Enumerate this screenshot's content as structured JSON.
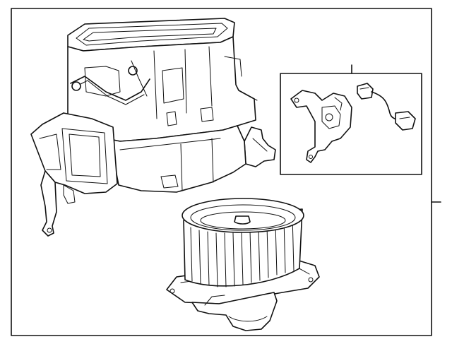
{
  "diagram": {
    "frame_color": "#111111",
    "background_color": "#ffffff",
    "components": [
      {
        "name": "heater-blower-housing"
      },
      {
        "name": "blower-motor-fan"
      },
      {
        "name": "resistor-bracket-harness"
      }
    ]
  }
}
